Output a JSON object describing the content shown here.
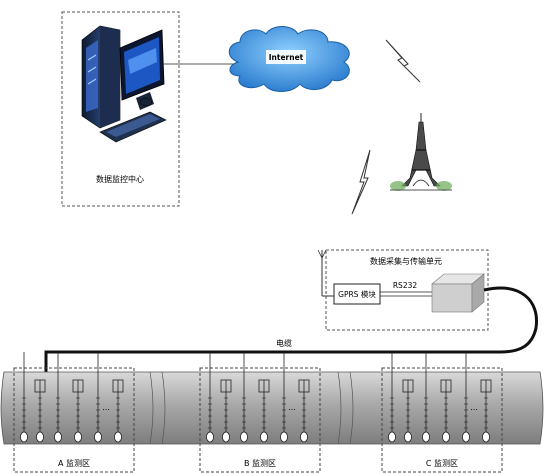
{
  "monitor_center": {
    "label": "数据监控中心"
  },
  "internet": {
    "label": "Internet"
  },
  "collect_unit": {
    "label": "数据采集与传输单元"
  },
  "gprs_module": {
    "label": "GPRS 模块"
  },
  "interface": {
    "label": "RS232"
  },
  "cable": {
    "label": "电缆"
  },
  "zones": [
    {
      "label": "A 监测区",
      "ellipsis": "..."
    },
    {
      "label": "B 监测区",
      "ellipsis": "..."
    },
    {
      "label": "C 监测区",
      "ellipsis": "..."
    }
  ],
  "colors": {
    "pipe": "#b8b8b8",
    "cloud": "#2f7fd0",
    "cable": "#111111",
    "box": "#cfcfcf"
  },
  "icons": [
    "computer-tower-icon",
    "monitor-icon",
    "keyboard-icon",
    "mouse-icon",
    "cloud-icon",
    "lightning-bolt-icon",
    "eiffel-tower-icon",
    "antenna-icon",
    "data-logger-box-icon"
  ]
}
